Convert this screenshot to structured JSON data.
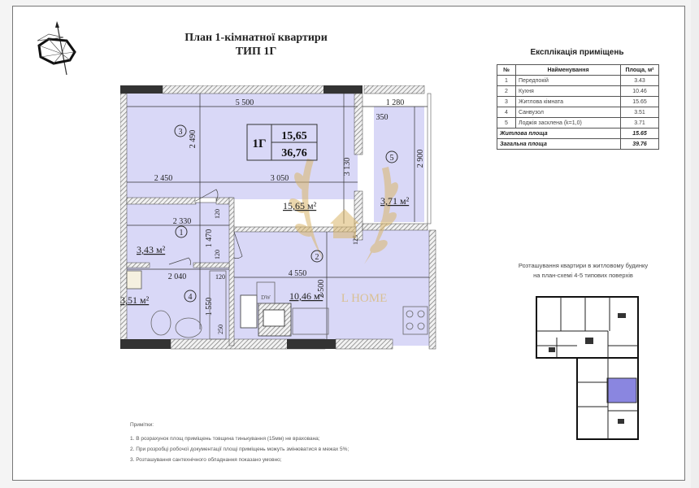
{
  "header": {
    "title_line1": "План 1-кімнатної квартири",
    "title_line2": "ТИП 1Г"
  },
  "compass": {
    "icon": "compass-rose-icon"
  },
  "plan": {
    "apartment_badge": {
      "type": "1Г",
      "living_area": "15,65",
      "total_area": "36,76"
    },
    "rooms": [
      {
        "no": "1",
        "area_label": "3,43 м²"
      },
      {
        "no": "2",
        "area_label": "10,46 м²"
      },
      {
        "no": "3",
        "area_label": "15,65 м²"
      },
      {
        "no": "4",
        "area_label": "3,51 м²"
      },
      {
        "no": "5",
        "area_label": "3,71 м²"
      }
    ],
    "dimensions": {
      "d5500": "5 500",
      "d2450": "2 450",
      "d3050": "3 050",
      "d2490": "2 490",
      "d3130": "3 130",
      "d1280": "1 280",
      "d350": "350",
      "d2900": "2 900",
      "d2330": "2 330",
      "d1470": "1 470",
      "d120a": "120",
      "d120b": "120",
      "d2040": "2 040",
      "d120c": "120",
      "d1550": "1 550",
      "d4550": "4 550",
      "d2500": "2 500",
      "d250": "250",
      "d125": "125"
    },
    "fixtures": {
      "dishwasher": "DW"
    },
    "watermark": "L HOME"
  },
  "explication": {
    "title": "Експлікація приміщень",
    "columns": [
      "№",
      "Найменування",
      "Площа, м²"
    ],
    "rows": [
      [
        "1",
        "Передпокій",
        "3.43"
      ],
      [
        "2",
        "Кухня",
        "10.46"
      ],
      [
        "3",
        "Житлова кімната",
        "15.65"
      ],
      [
        "4",
        "Санвузол",
        "3.51"
      ],
      [
        "5",
        "Лоджія засклена (k=1,0)",
        "3.71"
      ]
    ],
    "totals": [
      {
        "label": "Житлова площа",
        "value": "15.65"
      },
      {
        "label": "Загальна площа",
        "value": "39.76"
      }
    ]
  },
  "location": {
    "caption_line1": "Розташування квартири в житловому будинку",
    "caption_line2": "на план-схемі 4-5 типових поверхів",
    "highlight_color": "#8a86e0"
  },
  "notes": {
    "heading": "Примітки:",
    "items": [
      "1. В розрахунок площ приміщень товщина тинькування (15мм) не врахована;",
      "2. При розробці робочої документації площі приміщень можуть змінюватися в межах 5%;",
      "3. Розташування сантехнічного обладнання показано умовно;"
    ]
  },
  "colors": {
    "room_fill": "#d9d8f7",
    "wall": "#3a3a3a",
    "watermark": "#d9b66a"
  }
}
